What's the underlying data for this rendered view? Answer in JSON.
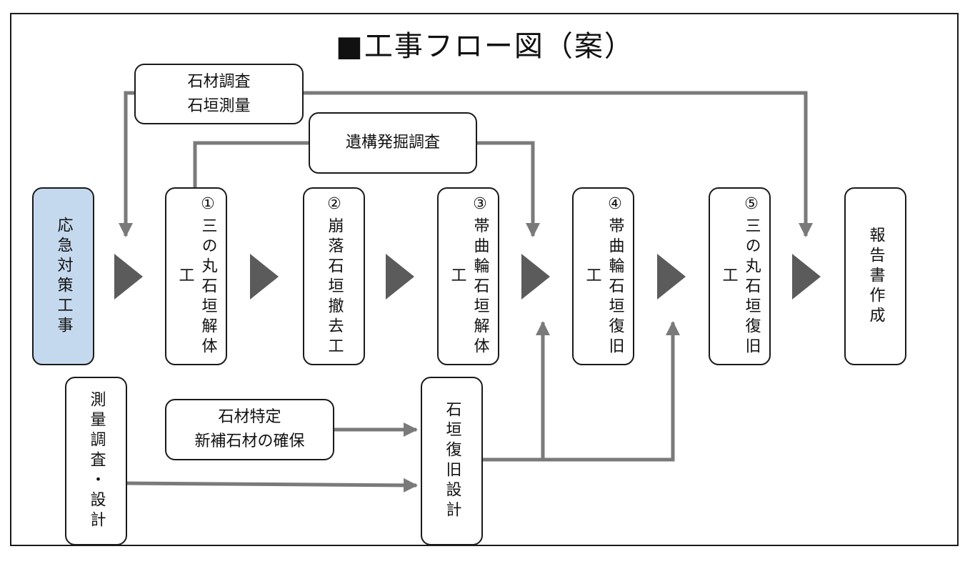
{
  "diagram": {
    "title": "■工事フロー図（案）",
    "boxes": {
      "stone_survey": "石材調査\n石垣測量",
      "excavation": "遺構発掘調査",
      "emergency": "応急対策工事",
      "step1": "①三の丸石垣解体工",
      "step2": "②崩落石垣撤去工",
      "step3": "③帯曲輪石垣解体工",
      "step4": "④帯曲輪石垣復旧工",
      "step5": "⑤三の丸石垣復旧工",
      "report": "報告書作成",
      "survey_design": "測量調査・設計",
      "stone_identify": "石材特定\n新補石材の確保",
      "restoration_design": "石垣復旧設計"
    },
    "colors": {
      "line": "#7a7a7a",
      "chevron": "#5b5b5b",
      "highlight": "#c5d9ee"
    }
  }
}
